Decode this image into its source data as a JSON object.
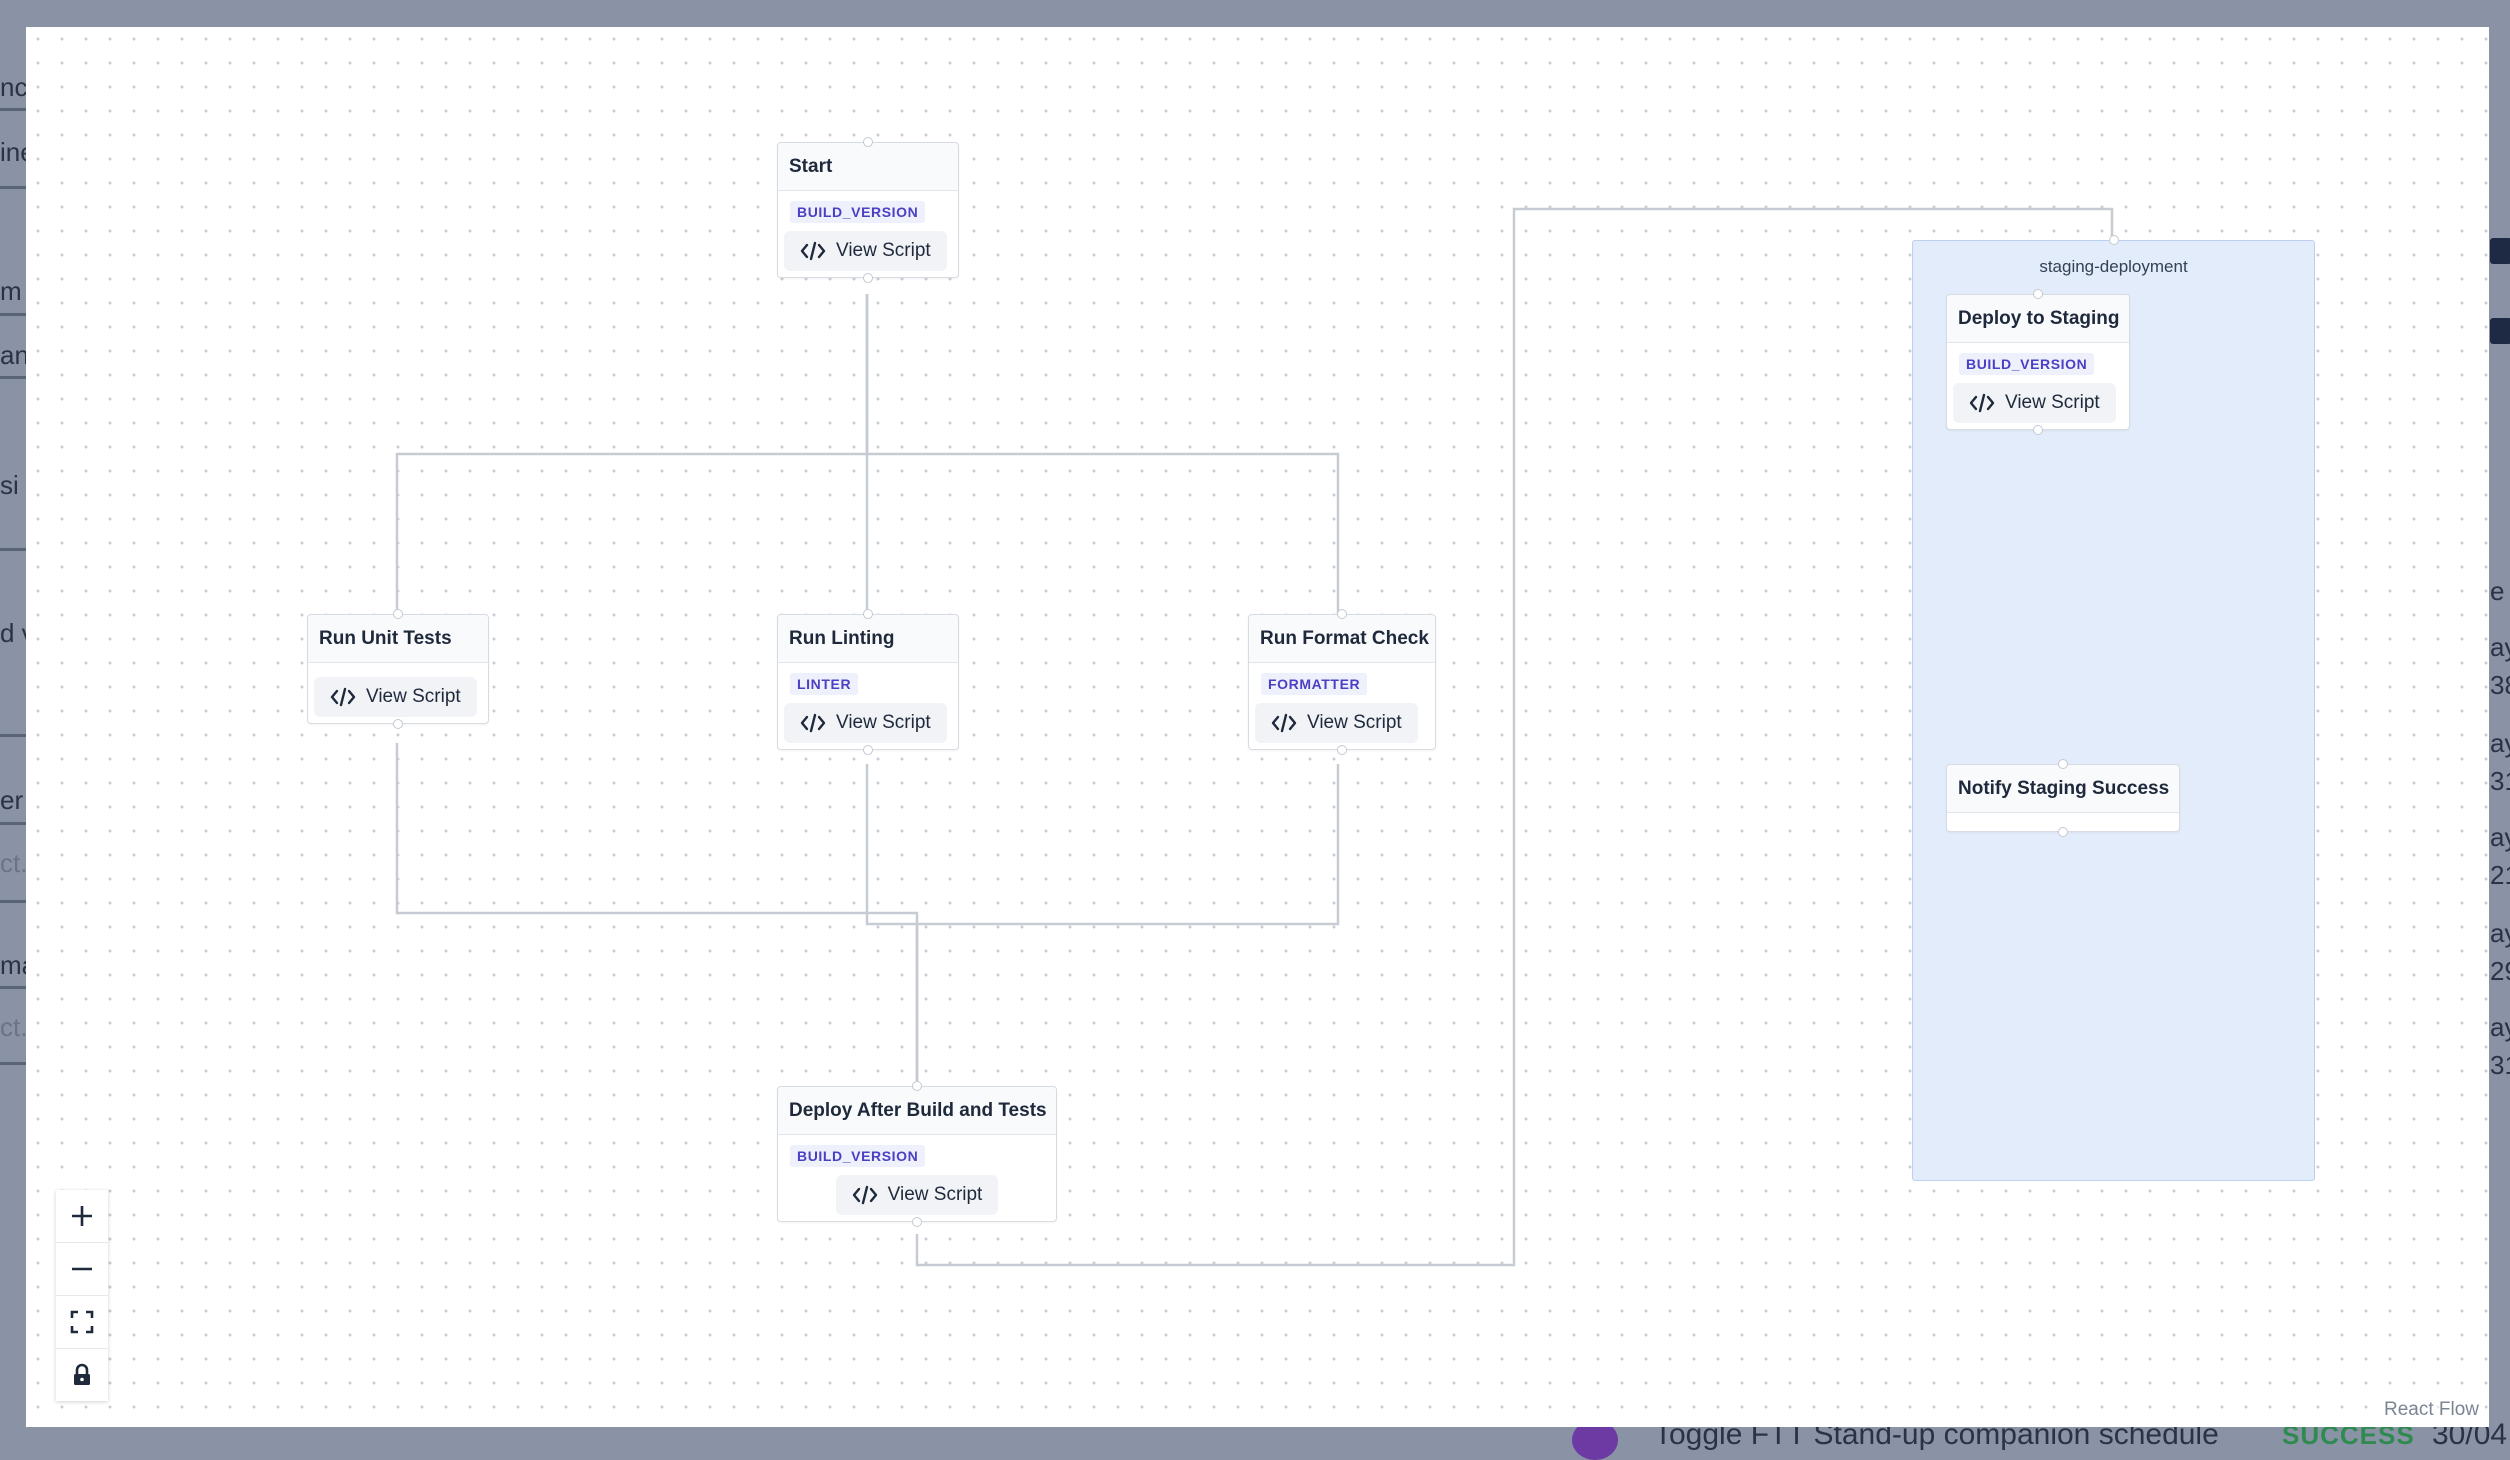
{
  "background": {
    "left_fragments": [
      "nc",
      "ine",
      "m",
      "an",
      "si",
      "d v",
      "er",
      "ct.",
      "ma",
      "ct."
    ],
    "right_fragments": [
      "e",
      "ay",
      "38",
      "ay",
      "31",
      "ay",
      "21",
      "ay",
      "29",
      "ay",
      "31"
    ],
    "bottom_row": {
      "title": "Toggle FTT Stand-up companion schedule",
      "status": "SUCCESS",
      "date": "30/04"
    }
  },
  "nodes": {
    "start": {
      "title": "Start",
      "badge": "BUILD_VERSION",
      "button": "View Script"
    },
    "unit_tests": {
      "title": "Run Unit Tests",
      "button": "View Script"
    },
    "linting": {
      "title": "Run Linting",
      "badge": "LINTER",
      "button": "View Script"
    },
    "format_check": {
      "title": "Run Format Check",
      "badge": "FORMATTER",
      "button": "View Script"
    },
    "deploy_after": {
      "title": "Deploy After Build and Tests",
      "badge": "BUILD_VERSION",
      "button": "View Script"
    },
    "deploy_staging": {
      "title": "Deploy to Staging",
      "badge": "BUILD_VERSION",
      "button": "View Script"
    },
    "notify_staging": {
      "title": "Notify Staging Success"
    }
  },
  "group": {
    "label": "staging-deployment"
  },
  "controls": {
    "zoom_in": "zoom-in",
    "zoom_out": "zoom-out",
    "fit_view": "fit-view",
    "lock": "lock"
  },
  "attribution": "React Flow",
  "colors": {
    "badge_text": "#4b3fc4",
    "group_fill": "#e3ecfb",
    "edge": "#c7ccd4",
    "status_success": "#2f8a4f"
  }
}
